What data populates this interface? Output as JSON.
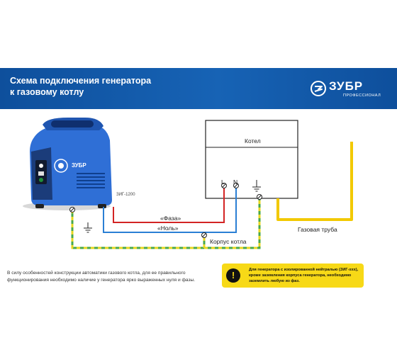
{
  "header": {
    "title": "Схема подключения генератора\nк газовому котлу",
    "brand": "ЗУБР",
    "brand_sub": "ПРОФЕССИОНАЛ",
    "background_color": "#1460b0"
  },
  "generator": {
    "model_label": "ЗИГ-1200",
    "brand_on_device": "ЗУБР",
    "body_color": "#2f6fd6"
  },
  "boiler": {
    "label": "Котел",
    "terminals": [
      "L",
      "N"
    ]
  },
  "wires": {
    "phase_label": "«Фаза»",
    "neutral_label": "«Ноль»",
    "ground_label": "Корпус котла",
    "gas_pipe_label": "Газовая труба",
    "colors": {
      "phase": "#d32424",
      "neutral": "#2a7fd4",
      "ground_yellow": "#e7d61f",
      "ground_green": "#49a84a",
      "gas_pipe": "#f2c900"
    }
  },
  "notes": {
    "left": "В силу особенностей конструкции автоматики газового котла, для ее правильного функционирования необходимо наличие у генератора ярко выраженных нуля и фазы.",
    "warning_icon": "!",
    "warning": "Для генератора с изолированной нейтралью (ЗИГ-ххх), кроме заземления корпуса генератора, необходимо заземлить любую из фаз."
  }
}
